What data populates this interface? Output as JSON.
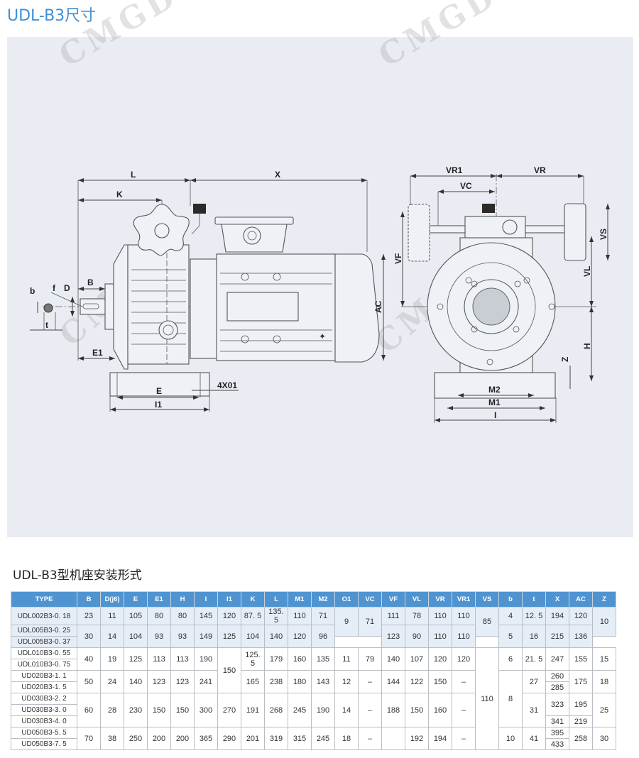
{
  "page_title": "UDL-B3尺寸",
  "watermark": "CMGD",
  "drawing": {
    "side_view_labels": {
      "L": "L",
      "X": "X",
      "K": "K",
      "B": "B",
      "b": "b",
      "f": "f",
      "D": "D",
      "t": "t",
      "E1": "E1",
      "E": "E",
      "I1": "I1",
      "hole": "4X01",
      "AC": "AC"
    },
    "front_view_labels": {
      "VR1": "VR1",
      "VR": "VR",
      "VC": "VC",
      "VF": "VF",
      "VS": "VS",
      "VL": "VL",
      "H": "H",
      "Z": "Z",
      "M2": "M2",
      "M1": "M1",
      "I": "I"
    }
  },
  "table_title": "UDL-B3型机座安装形式",
  "table": {
    "headers": [
      "TYPE",
      "B",
      "D(j6)",
      "E",
      "E1",
      "H",
      "I",
      "I1",
      "K",
      "L",
      "M1",
      "M2",
      "O1",
      "VC",
      "VF",
      "VL",
      "VR",
      "VR1",
      "VS",
      "b",
      "t",
      "X",
      "AC",
      "Z"
    ],
    "rows": [
      [
        [
          "UDL002B3-0. 18",
          1
        ],
        [
          "23",
          1
        ],
        [
          "11",
          1
        ],
        [
          "105",
          1
        ],
        [
          "80",
          1
        ],
        [
          "80",
          1
        ],
        [
          "145",
          1
        ],
        [
          "120",
          1
        ],
        [
          "87. 5",
          1
        ],
        [
          "135. 5",
          1
        ],
        [
          "110",
          1
        ],
        [
          "71",
          1
        ],
        [
          "9",
          2
        ],
        [
          "71",
          2
        ],
        [
          "111",
          1
        ],
        [
          "78",
          1
        ],
        [
          "110",
          1
        ],
        [
          "110",
          1
        ],
        [
          "85",
          2
        ],
        [
          "4",
          1
        ],
        [
          "12. 5",
          1
        ],
        [
          "194",
          1
        ],
        [
          "120",
          1
        ],
        [
          "10",
          2
        ]
      ],
      [
        [
          "UDL005B3-0. 25",
          1
        ],
        [
          "30",
          2
        ],
        [
          "14",
          2
        ],
        [
          "104",
          2
        ],
        [
          "93",
          2
        ],
        [
          "93",
          2
        ],
        [
          "149",
          2
        ],
        [
          "125",
          2
        ],
        [
          "104",
          2
        ],
        [
          "140",
          2
        ],
        [
          "120",
          2
        ],
        [
          "96",
          2
        ],
        [
          "123",
          2
        ],
        [
          "90",
          2
        ],
        [
          "110",
          2
        ],
        [
          "110",
          2
        ],
        [
          "5",
          2
        ],
        [
          "16",
          2
        ],
        [
          "215",
          2
        ],
        [
          "136",
          2
        ]
      ],
      [
        [
          "UDL005B3-0. 37",
          1
        ]
      ],
      [
        [
          "UDL010B3-0. 55",
          1
        ],
        [
          "40",
          2
        ],
        [
          "19",
          2
        ],
        [
          "125",
          2
        ],
        [
          "113",
          2
        ],
        [
          "113",
          2
        ],
        [
          "190",
          2
        ],
        [
          "150",
          4
        ],
        [
          "125. 5",
          2
        ],
        [
          "179",
          2
        ],
        [
          "160",
          2
        ],
        [
          "135",
          2
        ],
        [
          "11",
          2
        ],
        [
          "79",
          2
        ],
        [
          "140",
          2
        ],
        [
          "107",
          2
        ],
        [
          "120",
          2
        ],
        [
          "120",
          2
        ],
        [
          "110",
          9
        ],
        [
          "6",
          2
        ],
        [
          "21. 5",
          2
        ],
        [
          "247",
          2
        ],
        [
          "155",
          2
        ],
        [
          "15",
          2
        ]
      ],
      [
        [
          "UDL010B3-0. 75",
          1
        ]
      ],
      [
        [
          "UD020B3-1. 1",
          1
        ],
        [
          "50",
          2
        ],
        [
          "24",
          2
        ],
        [
          "140",
          2
        ],
        [
          "123",
          2
        ],
        [
          "123",
          2
        ],
        [
          "241",
          2
        ],
        [
          "165",
          2
        ],
        [
          "238",
          2
        ],
        [
          "180",
          2
        ],
        [
          "143",
          2
        ],
        [
          "12",
          2
        ],
        [
          "–",
          2
        ],
        [
          "144",
          2
        ],
        [
          "122",
          2
        ],
        [
          "150",
          2
        ],
        [
          "–",
          2
        ],
        [
          "8",
          5
        ],
        [
          "27",
          2
        ],
        [
          "260",
          1
        ],
        [
          "175",
          2
        ],
        [
          "18",
          2
        ]
      ],
      [
        [
          "UD020B3-1. 5",
          1
        ],
        [
          "285",
          1
        ]
      ],
      [
        [
          "UD030B3-2. 2",
          1
        ],
        [
          "60",
          3
        ],
        [
          "28",
          3
        ],
        [
          "230",
          3
        ],
        [
          "150",
          3
        ],
        [
          "150",
          3
        ],
        [
          "300",
          3
        ],
        [
          "270",
          3
        ],
        [
          "191",
          3
        ],
        [
          "268",
          3
        ],
        [
          "245",
          3
        ],
        [
          "190",
          3
        ],
        [
          "14",
          3
        ],
        [
          "–",
          3
        ],
        [
          "188",
          3
        ],
        [
          "150",
          3
        ],
        [
          "160",
          3
        ],
        [
          "–",
          3
        ],
        [
          "31",
          3
        ],
        [
          "323",
          2
        ],
        [
          "195",
          2
        ],
        [
          "25",
          3
        ]
      ],
      [
        [
          "UD030B3-3. 0",
          1
        ]
      ],
      [
        [
          "UD030B3-4. 0",
          1
        ],
        [
          "341",
          1
        ],
        [
          "219",
          1
        ]
      ],
      [
        [
          "UD050B3-5. 5",
          1
        ],
        [
          "70",
          2
        ],
        [
          "38",
          2
        ],
        [
          "250",
          2
        ],
        [
          "200",
          2
        ],
        [
          "200",
          2
        ],
        [
          "365",
          2
        ],
        [
          "290",
          2
        ],
        [
          "201",
          2
        ],
        [
          "319",
          2
        ],
        [
          "315",
          2
        ],
        [
          "245",
          2
        ],
        [
          "18",
          2
        ],
        [
          "–",
          2
        ],
        [
          "",
          2
        ],
        [
          "192",
          2
        ],
        [
          "194",
          2
        ],
        [
          "–",
          2
        ],
        [
          "10",
          2
        ],
        [
          "41",
          2
        ],
        [
          "395",
          1
        ],
        [
          "258",
          2
        ],
        [
          "30",
          2
        ]
      ],
      [
        [
          "UD050B3-7. 5",
          1
        ],
        [
          "433",
          1
        ]
      ]
    ]
  },
  "colors": {
    "title": "#3f8fd4",
    "header_bg": "#4f94d1",
    "highlight_row": "#e5edf6",
    "panel_bg": "#e9edf3"
  }
}
